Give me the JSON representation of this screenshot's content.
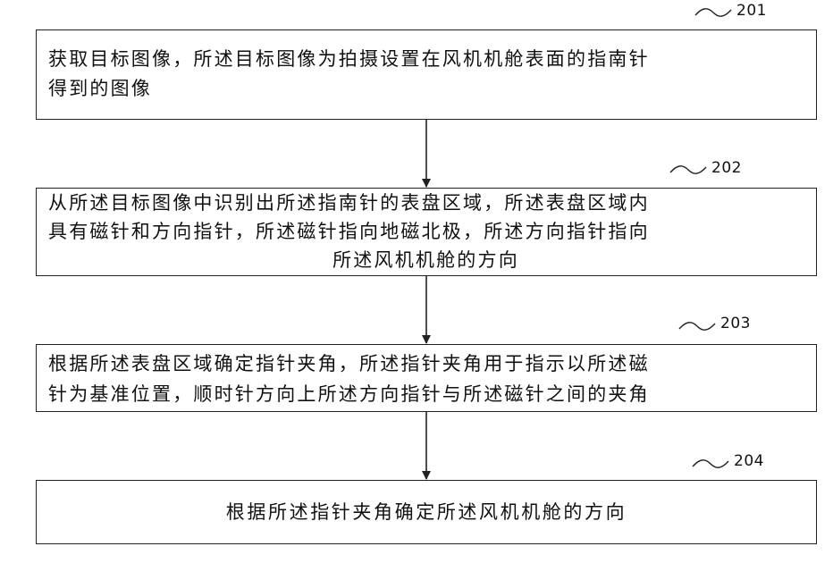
{
  "steps": [
    {
      "ref": "201",
      "lines": [
        "获取目标图像，所述目标图像为拍摄设置在风机机舱表面的指南针",
        "得到的图像"
      ]
    },
    {
      "ref": "202",
      "lines": [
        "从所述目标图像中识别出所述指南针的表盘区域，所述表盘区域内",
        "具有磁针和方向指针，所述磁针指向地磁北极，所述方向指针指向",
        "所述风机机舱的方向"
      ]
    },
    {
      "ref": "203",
      "lines": [
        "根据所述表盘区域确定指针夹角，所述指针夹角用于指示以所述磁",
        "针为基准位置，顺时针方向上所述方向指针与所述磁针之间的夹角"
      ]
    },
    {
      "ref": "204",
      "lines": [
        "根据所述指针夹角确定所述风机机舱的方向"
      ]
    }
  ]
}
